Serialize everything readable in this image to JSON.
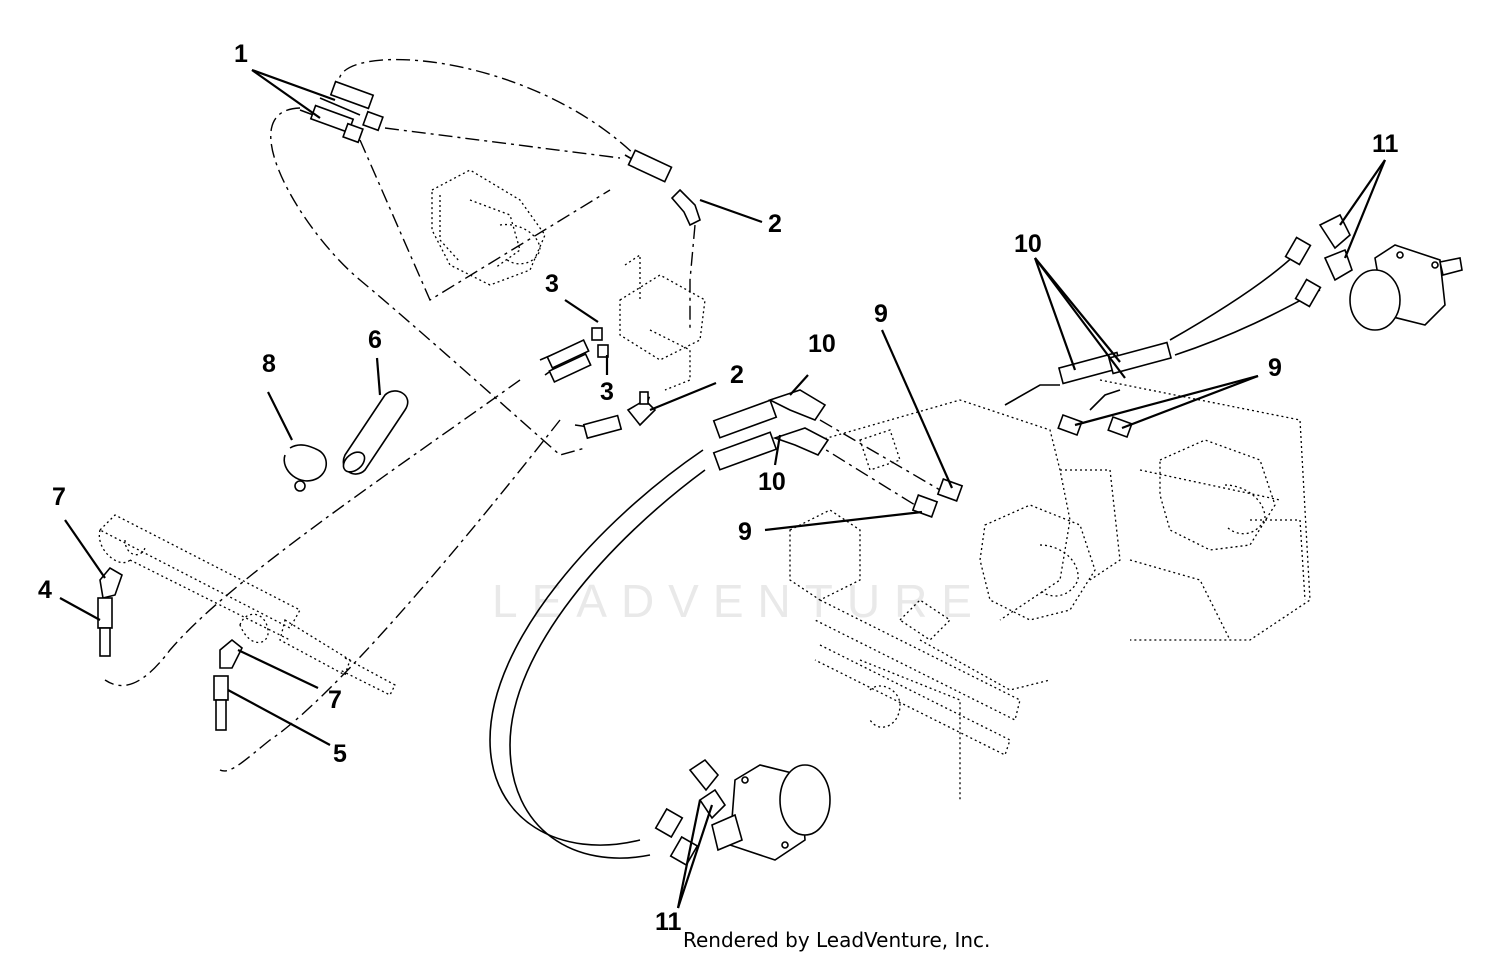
{
  "callouts": [
    {
      "id": "c1",
      "label": "1"
    },
    {
      "id": "c2a",
      "label": "2"
    },
    {
      "id": "c2b",
      "label": "2"
    },
    {
      "id": "c3a",
      "label": "3"
    },
    {
      "id": "c3b",
      "label": "3"
    },
    {
      "id": "c4",
      "label": "4"
    },
    {
      "id": "c5",
      "label": "5"
    },
    {
      "id": "c6",
      "label": "6"
    },
    {
      "id": "c7a",
      "label": "7"
    },
    {
      "id": "c7b",
      "label": "7"
    },
    {
      "id": "c8",
      "label": "8"
    },
    {
      "id": "c9a",
      "label": "9"
    },
    {
      "id": "c9b",
      "label": "9"
    },
    {
      "id": "c9c",
      "label": "9"
    },
    {
      "id": "c10a",
      "label": "10"
    },
    {
      "id": "c10b",
      "label": "10"
    },
    {
      "id": "c10c",
      "label": "10"
    },
    {
      "id": "c11a",
      "label": "11"
    },
    {
      "id": "c11b",
      "label": "11"
    }
  ],
  "watermark": "LEADVENTURE",
  "footer": "Rendered by LeadVenture, Inc."
}
